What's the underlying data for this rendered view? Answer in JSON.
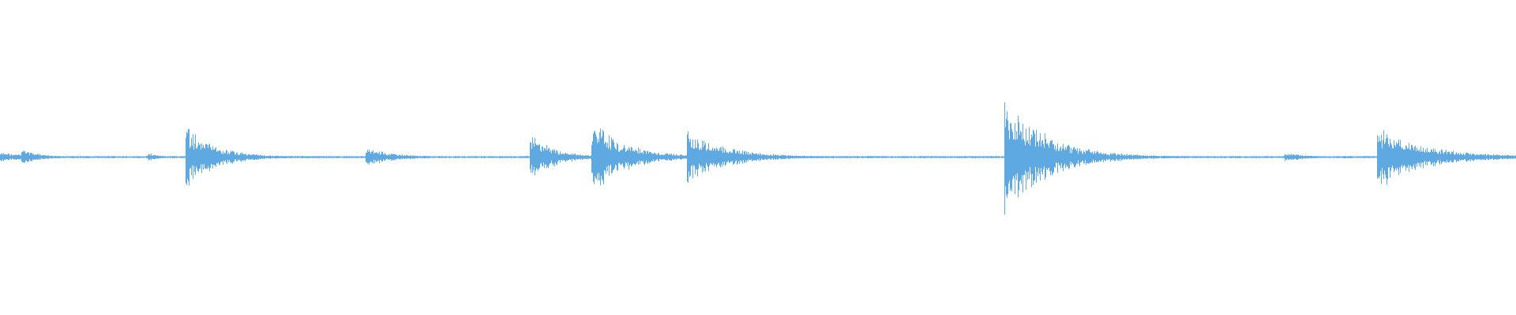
{
  "waveform": {
    "color": "#5ea9e1",
    "background": "#ffffff",
    "baseline_amplitude": 0.01,
    "transients": [
      {
        "time": 0.0,
        "peak": 0.06,
        "decay": 0.02
      },
      {
        "time": 0.014,
        "peak": 0.12,
        "decay": 0.01
      },
      {
        "time": 0.097,
        "peak": 0.06,
        "decay": 0.006
      },
      {
        "time": 0.122,
        "peak": 0.46,
        "decay": 0.018
      },
      {
        "time": 0.165,
        "peak": 0.06,
        "decay": 0.004
      },
      {
        "time": 0.241,
        "peak": 0.14,
        "decay": 0.016
      },
      {
        "time": 0.349,
        "peak": 0.32,
        "decay": 0.016
      },
      {
        "time": 0.39,
        "peak": 0.5,
        "decay": 0.022
      },
      {
        "time": 0.453,
        "peak": 0.38,
        "decay": 0.024
      },
      {
        "time": 0.662,
        "peak": 0.88,
        "decay": 0.026
      },
      {
        "time": 0.847,
        "peak": 0.06,
        "decay": 0.012
      },
      {
        "time": 0.908,
        "peak": 0.44,
        "decay": 0.03
      }
    ]
  }
}
